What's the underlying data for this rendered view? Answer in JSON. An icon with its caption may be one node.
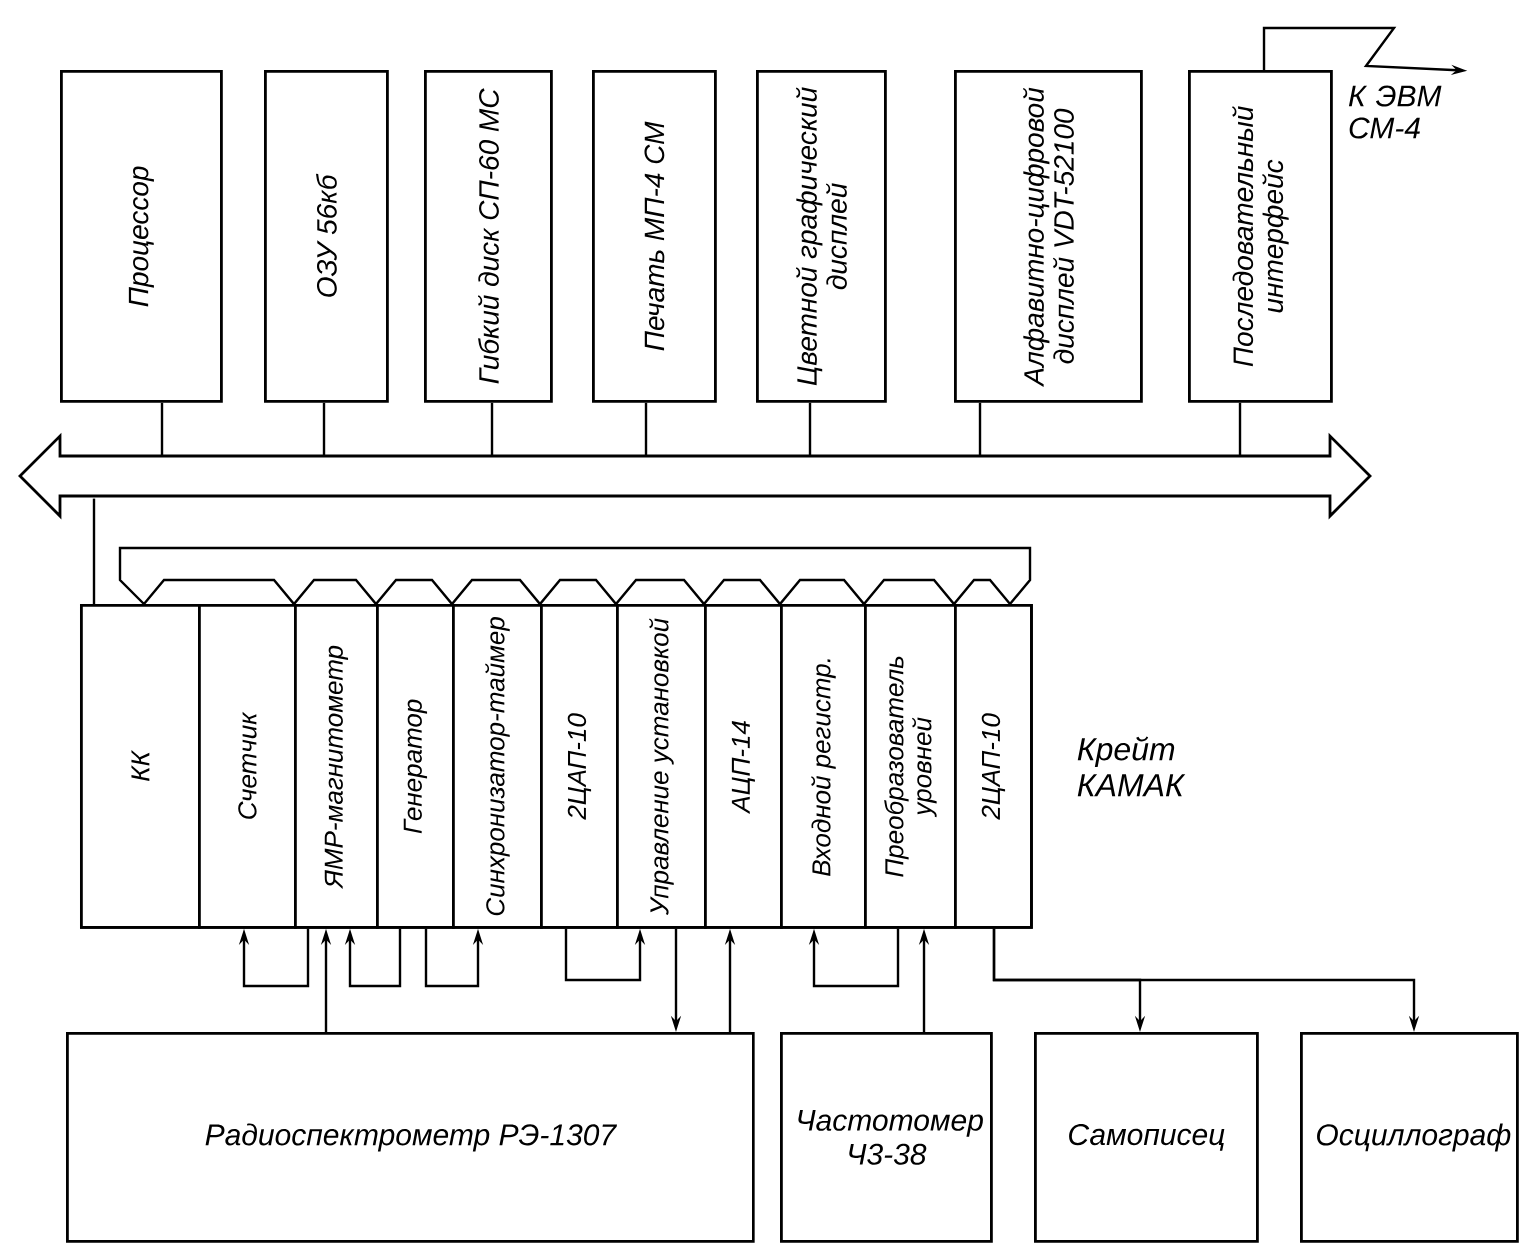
{
  "diagram": {
    "nodes": [
      {
        "text": [
          "Процессор"
        ]
      },
      {
        "text": [
          "ОЗУ 56кб"
        ]
      },
      {
        "text": [
          "Гибкий диск СП-60 МС"
        ]
      },
      {
        "text": [
          "Печать МП-4 СМ"
        ]
      },
      {
        "text": [
          "Цветной графический дисплей"
        ]
      },
      {
        "text": [
          "Алфавитно-цифровой дисплей VDT-52100"
        ]
      },
      {
        "text": [
          "Последовательный интерфейс"
        ]
      },
      {
        "text": [],
        "shape": "bar"
      },
      {
        "text": [
          "К ЭВМ СМ-4"
        ]
      },
      {
        "text": [
          "Крейт КАМАК"
        ]
      },
      {
        "text": [
          "КК"
        ],
        "in": 9
      },
      {
        "text": [
          "Счетчик"
        ],
        "in": 9
      },
      {
        "text": [
          "ЯМР-магнитометр"
        ],
        "in": 9
      },
      {
        "text": [
          "Генератор"
        ],
        "in": 9
      },
      {
        "text": [
          "Синхронизатор-таймер"
        ],
        "in": 9
      },
      {
        "text": [
          "2ЦАП-10"
        ],
        "in": 9
      },
      {
        "text": [
          "Управление установкой"
        ],
        "in": 9
      },
      {
        "text": [
          "АЦП-14"
        ],
        "in": 9
      },
      {
        "text": [
          "Входной регистр."
        ],
        "in": 9
      },
      {
        "text": [
          "Преобразователь уровней"
        ],
        "in": 9
      },
      {
        "text": [
          "2ЦАП-10"
        ],
        "in": 9
      },
      {
        "text": [
          "Радиоспектрометр РЭ-1307"
        ]
      },
      {
        "text": [
          "Частотомер Ч3-38"
        ]
      },
      {
        "text": [
          "Самописец"
        ]
      },
      {
        "text": [
          "Осциллограф"
        ]
      }
    ],
    "edges": [
      {
        "from": 0,
        "to": 7,
        "arrow": "none"
      },
      {
        "from": 1,
        "to": 7,
        "arrow": "none"
      },
      {
        "from": 2,
        "to": 7,
        "arrow": "none"
      },
      {
        "from": 3,
        "to": 7,
        "arrow": "none"
      },
      {
        "from": 4,
        "to": 7,
        "arrow": "none"
      },
      {
        "from": 5,
        "to": 7,
        "arrow": "none"
      },
      {
        "from": 6,
        "to": 7,
        "arrow": "none"
      },
      {
        "from": 6,
        "to": 8,
        "arrow": "to"
      },
      {
        "from": 7,
        "to": 10,
        "arrow": "none"
      },
      {
        "from": 12,
        "to": 11,
        "arrow": "to"
      },
      {
        "from": 21,
        "to": 12,
        "arrow": "to"
      },
      {
        "from": 13,
        "to": 12,
        "arrow": "to"
      },
      {
        "from": 13,
        "to": 14,
        "arrow": "to"
      },
      {
        "from": 15,
        "to": 16,
        "arrow": "to"
      },
      {
        "from": 16,
        "to": 21,
        "arrow": "to"
      },
      {
        "from": 21,
        "to": 17,
        "arrow": "to"
      },
      {
        "from": 19,
        "to": 18,
        "arrow": "to"
      },
      {
        "from": 22,
        "to": 19,
        "arrow": "to"
      },
      {
        "from": 20,
        "to": 23,
        "arrow": "to"
      },
      {
        "from": 20,
        "to": 24,
        "arrow": "to"
      }
    ]
  }
}
